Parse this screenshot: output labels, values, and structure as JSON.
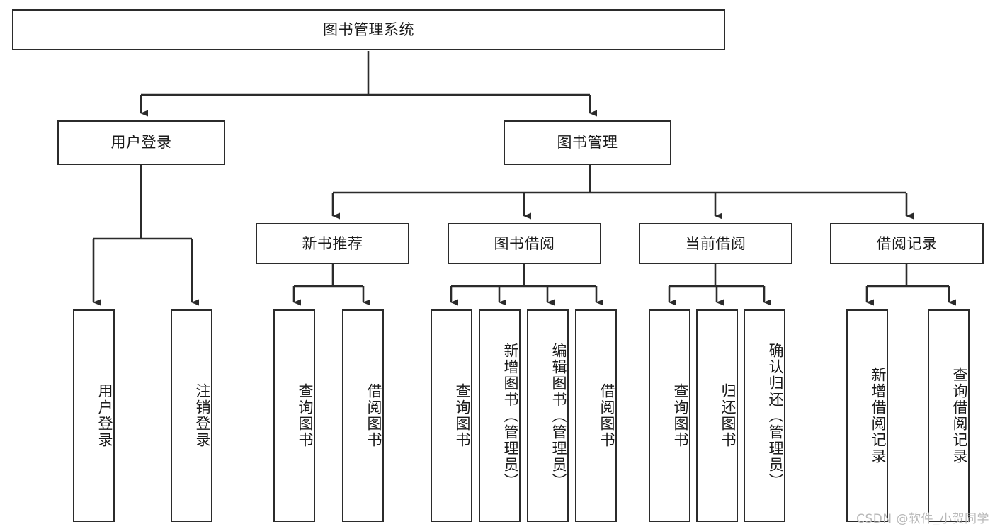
{
  "diagram": {
    "title": "图书管理系统",
    "type": "tree",
    "levels": {
      "root": {
        "label": "图书管理系统"
      },
      "level2": [
        {
          "label": "用户登录"
        },
        {
          "label": "图书管理"
        }
      ],
      "level3": [
        {
          "label": "新书推荐"
        },
        {
          "label": "图书借阅"
        },
        {
          "label": "当前借阅"
        },
        {
          "label": "借阅记录"
        }
      ],
      "leaves_user_login": [
        {
          "label": "用户登录"
        },
        {
          "label": "注销登录"
        }
      ],
      "leaves_new_book": [
        {
          "label": "查询图书"
        },
        {
          "label": "借阅图书"
        }
      ],
      "leaves_book_borrow": [
        {
          "label": "查询图书"
        },
        {
          "label": "新增图书（管理员）"
        },
        {
          "label": "编辑图书（管理员）"
        },
        {
          "label": "借阅图书"
        }
      ],
      "leaves_current_borrow": [
        {
          "label": "查询图书"
        },
        {
          "label": "归还图书"
        },
        {
          "label": "确认归还（管理员）"
        }
      ],
      "leaves_borrow_record": [
        {
          "label": "新增借阅记录"
        },
        {
          "label": "查询借阅记录"
        }
      ]
    },
    "watermark": "CSDN @软件_小贺同学",
    "colors": {
      "stroke": "#2b2b2b",
      "fill": "#ffffff",
      "text": "#1a1a1a",
      "watermark": "#b9b9b9"
    }
  }
}
